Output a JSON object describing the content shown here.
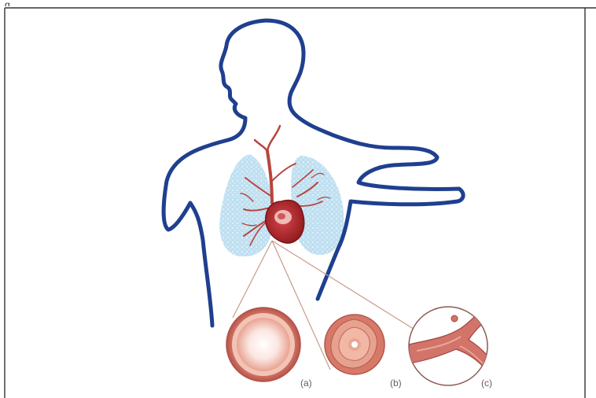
{
  "header": {
    "caption_fragment": "g"
  },
  "diagram": {
    "labels": {
      "a": "(a)",
      "b": "(b)",
      "c": "(c)"
    },
    "colors": {
      "outline": "#1f3f8f",
      "lungs": "#b9dcef",
      "heart": "#b3262b",
      "vessel": "#c0524a",
      "vessel_pale": "#e7a38f",
      "frame": "#333333"
    }
  }
}
